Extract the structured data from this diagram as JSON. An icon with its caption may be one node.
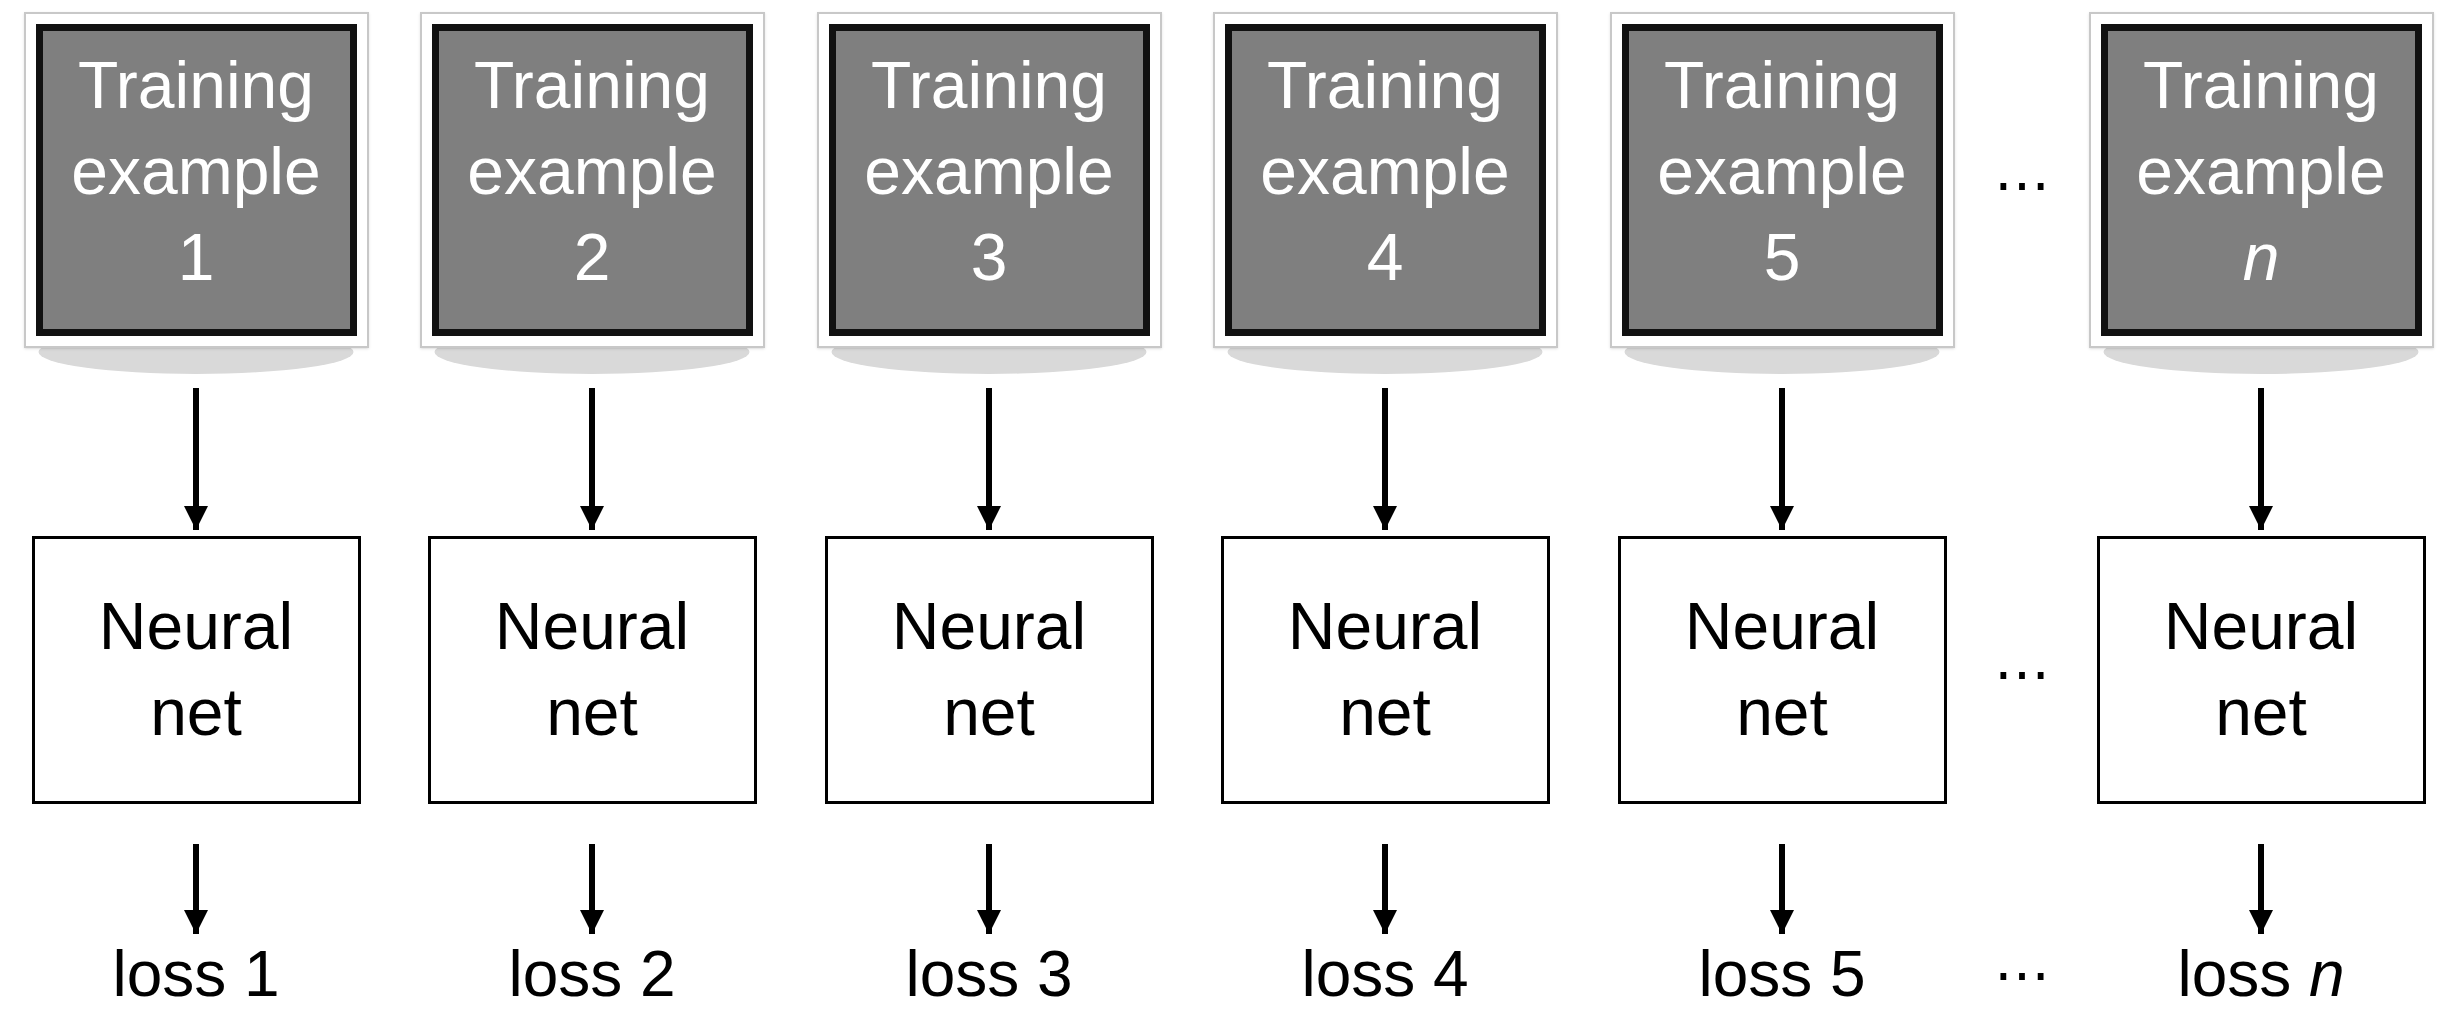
{
  "diagram": {
    "nodes": [
      {
        "text": [
          "Training example 1"
        ]
      },
      {
        "text": [
          "Training example 2"
        ]
      },
      {
        "text": [
          "Training example 3"
        ]
      },
      {
        "text": [
          "Training example 4"
        ]
      },
      {
        "text": [
          "Training example 5"
        ]
      },
      {
        "text": [
          "Training example *n*"
        ]
      },
      {
        "text": [
          "Neural net"
        ]
      },
      {
        "text": [
          "Neural net"
        ]
      },
      {
        "text": [
          "Neural net"
        ]
      },
      {
        "text": [
          "Neural net"
        ]
      },
      {
        "text": [
          "Neural net"
        ]
      },
      {
        "text": [
          "Neural net"
        ]
      },
      {
        "text": [
          "loss 1"
        ]
      },
      {
        "text": [
          "loss 2"
        ]
      },
      {
        "text": [
          "loss 3"
        ]
      },
      {
        "text": [
          "loss 4"
        ]
      },
      {
        "text": [
          "loss 5"
        ]
      },
      {
        "text": [
          "loss *n*"
        ]
      }
    ],
    "edges": [
      {
        "from": 0,
        "to": 6,
        "arrow": "to"
      },
      {
        "from": 1,
        "to": 7,
        "arrow": "to"
      },
      {
        "from": 2,
        "to": 8,
        "arrow": "to"
      },
      {
        "from": 3,
        "to": 9,
        "arrow": "to"
      },
      {
        "from": 4,
        "to": 10,
        "arrow": "to"
      },
      {
        "from": 5,
        "to": 11,
        "arrow": "to"
      },
      {
        "from": 6,
        "to": 12,
        "arrow": "to"
      },
      {
        "from": 7,
        "to": 13,
        "arrow": "to"
      },
      {
        "from": 8,
        "to": 14,
        "arrow": "to"
      },
      {
        "from": 9,
        "to": 15,
        "arrow": "to"
      },
      {
        "from": 10,
        "to": 16,
        "arrow": "to"
      },
      {
        "from": 11,
        "to": 17,
        "arrow": "to"
      }
    ],
    "labels": [
      "⋯",
      "⋯",
      "⋯"
    ]
  }
}
